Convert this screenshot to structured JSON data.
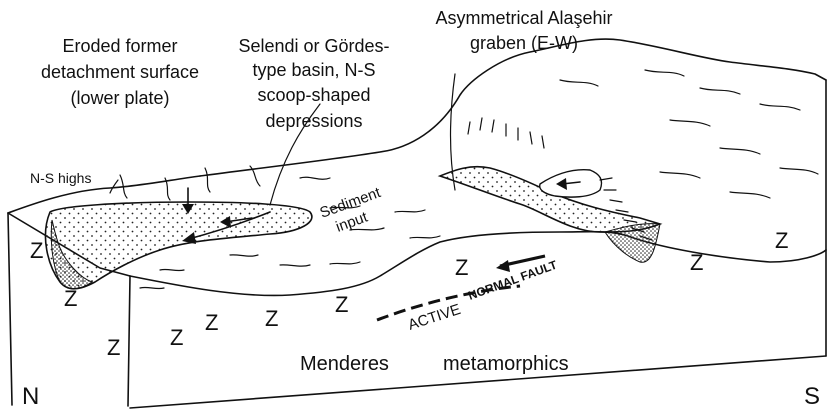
{
  "labels": {
    "eroded_surface": [
      "Eroded former",
      "detachment surface",
      "(lower plate)"
    ],
    "basin": [
      "Selendi or Gördes-",
      "type basin, N-S",
      "scoop-shaped",
      "depressions"
    ],
    "graben": [
      "Asymmetrical Alaşehir",
      "graben (E-W)"
    ],
    "ns_highs": "N-S highs",
    "sediment_input": [
      "Sediment",
      "input"
    ],
    "active": "ACTIVE",
    "normal_fault": "NORMAL FAULT",
    "menderes": "Menderes",
    "metamorphics": "metamorphics",
    "north": "N",
    "south": "S",
    "z_symbol": "Z"
  }
}
